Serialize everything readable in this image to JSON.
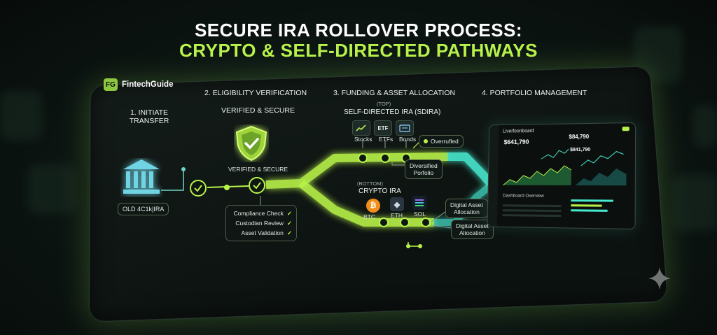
{
  "header": {
    "title_line1": "SECURE IRA ROLLOVER PROCESS:",
    "title_line2": "CRYPTO & SELF-DIRECTED PATHWAYS"
  },
  "brand": {
    "badge": "FG",
    "name": "FintechGuide"
  },
  "steps": {
    "step1_line1": "1. INITIATE",
    "step1_line2": "TRANSFER",
    "step2": "2. ELIGIBILITY VERIFICATION",
    "step2_sub": "VERIFIED & SECURE",
    "step3": "3. FUNDING & ASSET ALLOCATION",
    "step4": "4. PORTFOLIO MANAGEMENT"
  },
  "source": {
    "label": "OLD 4C1k|IRA"
  },
  "shield": {
    "caption": "VERIFIED & SECURE"
  },
  "checklist": [
    "Compliance Check",
    "Custodian Review",
    "Asset Validation"
  ],
  "sdira": {
    "tag": "(TOP)",
    "title": "SELF-DIRECTED IRA (SDIRA)",
    "assets": [
      "Stocks",
      "ETFs",
      "Bonds"
    ],
    "etf_icon_text": "ETF",
    "overruled": "Overrufled",
    "diversified_line1": "Diversified",
    "diversified_line2": "Porfolio"
  },
  "crypto": {
    "tag": "(BOTTOM)",
    "title": "CRYPTO IRA",
    "coins": [
      "BTC",
      "ETH",
      "SOL"
    ],
    "digital1_line1": "Digital Asset",
    "digital1_line2": "Allocation",
    "digital2_line1": "Digital Asset",
    "digital2_line2": "Aliocation"
  },
  "dashboard": {
    "title": "Liverfeonboard",
    "value1": "$641,790",
    "value2": "$84,790",
    "value3": "$841,790",
    "section": "Dashboard Overview"
  },
  "colors": {
    "accent_green": "#b8f24a",
    "accent_cyan": "#46e8d0",
    "background": "#0b1210"
  }
}
